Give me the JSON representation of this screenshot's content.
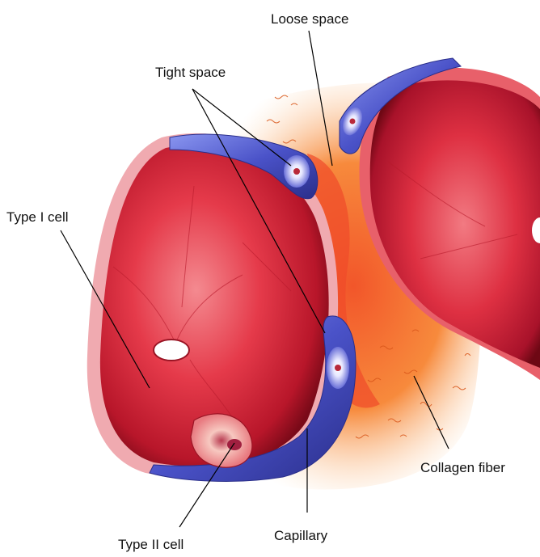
{
  "labels": {
    "loose_space": "Loose space",
    "tight_space": "Tight space",
    "type1_cell": "Type I cell",
    "type2_cell": "Type II cell",
    "capillary": "Capillary",
    "collagen_fiber": "Collagen fiber"
  },
  "colors": {
    "alveolus_red": "#d8283a",
    "capillary_blue": "#4a52c8",
    "interstitium_orange": "#f5822a",
    "background": "#ffffff"
  }
}
